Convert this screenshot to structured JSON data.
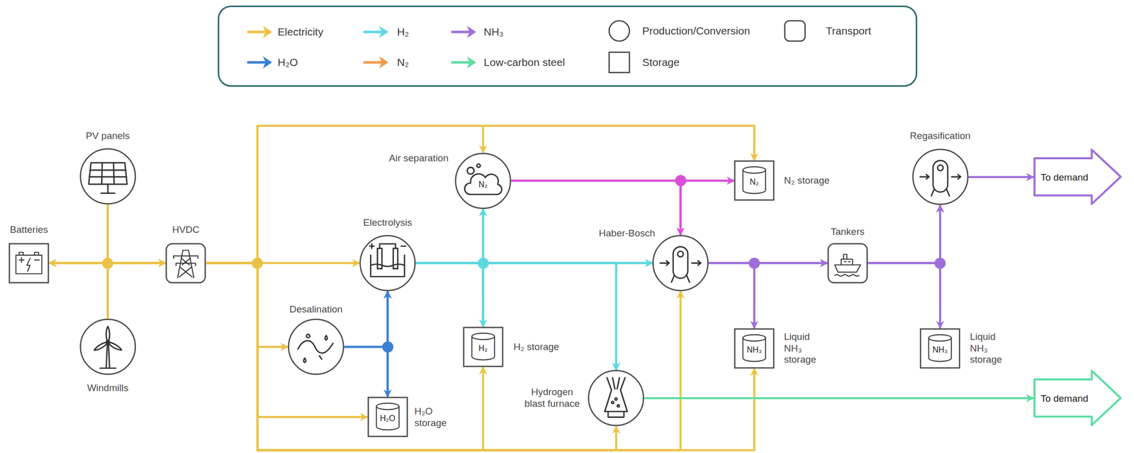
{
  "diagram": {
    "nodes": [
      {
        "text": [
          "Batteries"
        ]
      },
      {
        "text": [
          "PV panels"
        ]
      },
      {
        "text": [
          "Windmills"
        ]
      },
      {
        "text": [
          "HVDC"
        ]
      },
      {
        "text": [
          "Desalination"
        ]
      },
      {
        "text": [
          "H₂O",
          "H₂O storage"
        ]
      },
      {
        "text": [
          "Electrolysis"
        ]
      },
      {
        "text": [
          "N₂",
          "Air separation"
        ]
      },
      {
        "text": [
          "H₂",
          "H₂ storage"
        ]
      },
      {
        "text": [
          "N₂",
          "N₂ storage"
        ]
      },
      {
        "text": [
          "Haber-Bosch"
        ]
      },
      {
        "text": [
          "Hydrogen blast furnace"
        ]
      },
      {
        "text": [
          "NH₃",
          "Liquid NH₃ storage"
        ]
      },
      {
        "text": [
          "Tankers"
        ]
      },
      {
        "text": [
          "Regasification"
        ]
      },
      {
        "text": [
          "NH₃",
          "Liquid NH₃ storage"
        ]
      },
      {
        "text": [
          "To demand"
        ]
      },
      {
        "text": [
          "To demand"
        ]
      }
    ],
    "edges": [
      {
        "from": 0,
        "to": 3,
        "arrow": "both"
      },
      {
        "from": 1,
        "to": 3,
        "arrow": "to"
      },
      {
        "from": 2,
        "to": 3,
        "arrow": "to"
      },
      {
        "from": 1,
        "to": 0,
        "arrow": "to"
      },
      {
        "from": 2,
        "to": 0,
        "arrow": "to"
      },
      {
        "from": 3,
        "to": 6,
        "arrow": "to"
      },
      {
        "from": 3,
        "to": 4,
        "arrow": "to"
      },
      {
        "from": 3,
        "to": 5,
        "arrow": "to"
      },
      {
        "from": 3,
        "to": 7,
        "arrow": "to"
      },
      {
        "from": 3,
        "to": 9,
        "arrow": "to"
      },
      {
        "from": 3,
        "to": 8,
        "arrow": "to"
      },
      {
        "from": 3,
        "to": 11,
        "arrow": "to"
      },
      {
        "from": 3,
        "to": 10,
        "arrow": "to"
      },
      {
        "from": 3,
        "to": 12,
        "arrow": "to"
      },
      {
        "from": 4,
        "to": 6,
        "arrow": "to"
      },
      {
        "from": 4,
        "to": 5,
        "arrow": "to"
      },
      {
        "from": 5,
        "to": 6,
        "arrow": "to"
      },
      {
        "from": 6,
        "to": 7,
        "arrow": "to"
      },
      {
        "from": 6,
        "to": 8,
        "arrow": "to"
      },
      {
        "from": 6,
        "to": 10,
        "arrow": "to"
      },
      {
        "from": 6,
        "to": 11,
        "arrow": "to"
      },
      {
        "from": 8,
        "to": 7,
        "arrow": "to"
      },
      {
        "from": 8,
        "to": 10,
        "arrow": "to"
      },
      {
        "from": 8,
        "to": 11,
        "arrow": "to"
      },
      {
        "from": 7,
        "to": 10,
        "arrow": "to"
      },
      {
        "from": 7,
        "to": 9,
        "arrow": "to"
      },
      {
        "from": 9,
        "to": 10,
        "arrow": "to"
      },
      {
        "from": 10,
        "to": 12,
        "arrow": "to"
      },
      {
        "from": 10,
        "to": 13,
        "arrow": "to"
      },
      {
        "from": 12,
        "to": 13,
        "arrow": "to"
      },
      {
        "from": 13,
        "to": 14,
        "arrow": "to"
      },
      {
        "from": 13,
        "to": 15,
        "arrow": "to"
      },
      {
        "from": 15,
        "to": 14,
        "arrow": "to"
      },
      {
        "from": 14,
        "to": 16,
        "arrow": "to"
      },
      {
        "from": 11,
        "to": 17,
        "arrow": "to"
      }
    ],
    "legend": [
      {
        "text": "Electricity",
        "color": "#ebc247"
      },
      {
        "text": "H₂",
        "color": "#5ed8df"
      },
      {
        "text": "NH₃",
        "color": "#9e6fdb"
      },
      {
        "text": "Production/Conversion"
      },
      {
        "text": "Transport"
      },
      {
        "text": "H₂O",
        "color": "#3b80d2"
      },
      {
        "text": "N₂",
        "color": "#f29a4c"
      },
      {
        "text": "Low-carbon steel",
        "color": "#5edda3"
      },
      {
        "text": "Storage"
      }
    ]
  }
}
